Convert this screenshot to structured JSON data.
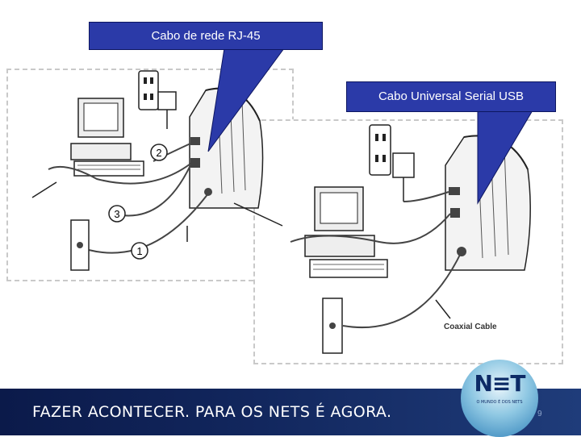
{
  "callouts": {
    "rj45": "Cabo de rede RJ-45",
    "usb": "Cabo Universal Serial USB"
  },
  "left_diagram": {
    "steps": [
      "1",
      "2",
      "3"
    ]
  },
  "right_diagram": {
    "coaxial_label": "Coaxial Cable"
  },
  "footer": {
    "slogan": "FAZER ACONTECER. PARA OS NETS É AGORA.",
    "page_number": "9"
  },
  "logo": {
    "word": "N≡T",
    "tagline": "O MUNDO É DOS NETS"
  },
  "colors": {
    "callout_fill": "#2b3aa8",
    "footer_bg": "#0b1a4a"
  }
}
